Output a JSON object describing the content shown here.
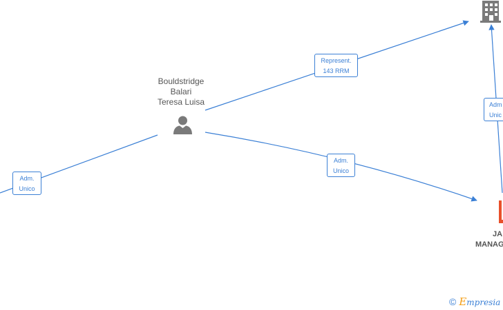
{
  "person": {
    "name_lines": [
      "Bouldstridge",
      "Balari",
      "Teresa Luisa"
    ],
    "icon": "person-icon"
  },
  "company": {
    "name_lines": [
      "JA",
      "MANAG"
    ],
    "icon": "company-icon",
    "color": "#e8502a"
  },
  "building": {
    "icon": "building-icon",
    "color": "#7a7a7a"
  },
  "edges": [
    {
      "id": "represent",
      "label_lines": [
        "Represent.",
        "143 RRM"
      ]
    },
    {
      "id": "adm-right",
      "label_lines": [
        "Adm.",
        "Unico"
      ]
    },
    {
      "id": "adm-left",
      "label_lines": [
        "Adm.",
        "Unico"
      ]
    },
    {
      "id": "adm-top",
      "label_lines": [
        "Adm",
        "Unic"
      ]
    }
  ],
  "footer": {
    "copyright": "©",
    "brand_first": "E",
    "brand_rest": "mpresia"
  },
  "colors": {
    "edge": "#3a7fd5",
    "text": "#555555"
  }
}
